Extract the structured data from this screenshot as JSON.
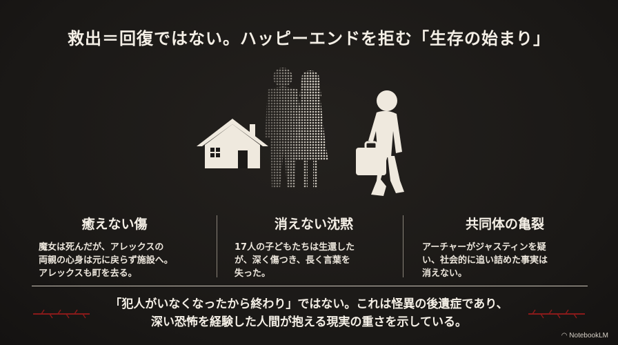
{
  "title": "救出＝回復ではない。ハッピーエンドを拒む「生存の始まり」",
  "columns": [
    {
      "heading": "癒えない傷",
      "lines": [
        "魔女は死んだが、アレックスの",
        "両親の心身は元に戻らず施設へ。",
        "アレックスも町を去る。"
      ]
    },
    {
      "heading": "消えない沈黙",
      "lines": [
        "17人の子どもたちは生還した",
        "が、深く傷つき、長く言葉を",
        "失った。"
      ]
    },
    {
      "heading": "共同体の亀裂",
      "lines": [
        "アーチャーがジャスティンを疑",
        "い、社会的に追い詰めた事実は",
        "消えない。"
      ]
    }
  ],
  "bottom": {
    "line1": "「犯人がいなくなったから終わり」ではない。これは怪異の後遺症であり、",
    "line2": "深い恐怖を経験した人間が抱える現実の重さを示している。"
  },
  "brand": "NotebookLM",
  "icons": [
    "house-icon",
    "parents-silhouette-icon",
    "child-with-suitcase-icon",
    "thorn-branch-icon",
    "notebooklm-logo-icon"
  ],
  "colors": {
    "background": "#1c1a18",
    "text": "#f4efe6",
    "thorn_accent": "#8b1a1a"
  }
}
